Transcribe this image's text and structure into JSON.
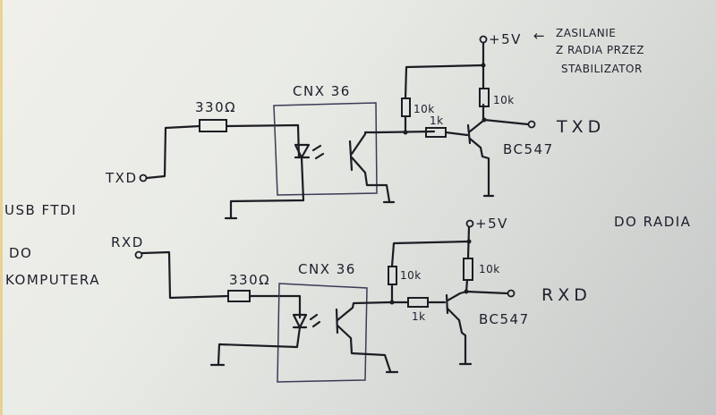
{
  "diagram": {
    "type": "hand-drawn circuit schematic",
    "left_side": {
      "line1": "USB FTDI",
      "line2": "DO",
      "line3": "KOMPUTERA"
    },
    "right_side": {
      "label": "DO RADIA"
    },
    "power_note": {
      "arrow": "←",
      "line1": "ZASILANIE",
      "line2": "Z RADIA PRZEZ",
      "line3": "STABILIZATOR"
    },
    "channels": [
      {
        "input_pin": "TXD",
        "series_resistor": "330Ω",
        "optocoupler": "CNX 36",
        "pullup_left": "10k",
        "base_resistor": "1k",
        "collector_resistor": "10k",
        "supply": "+5V",
        "transistor": "BC547",
        "output_pin": "TXD"
      },
      {
        "input_pin": "RXD",
        "series_resistor": "330Ω",
        "optocoupler": "CNX 36",
        "pullup_left": "10k",
        "base_resistor": "1k",
        "collector_resistor": "10k",
        "supply": "+5V",
        "transistor": "BC547",
        "output_pin": "RXD"
      }
    ]
  }
}
